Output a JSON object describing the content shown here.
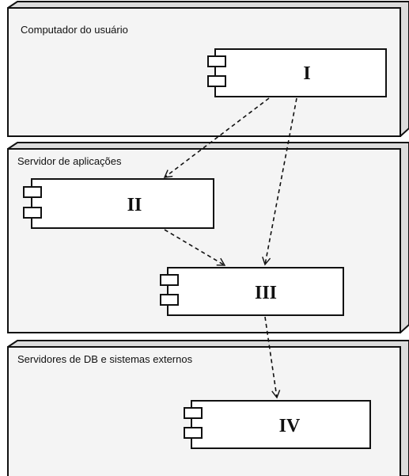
{
  "nodes": [
    {
      "id": "user-computer",
      "label": "Computador do usuário"
    },
    {
      "id": "app-server",
      "label": "Servidor de aplicações"
    },
    {
      "id": "db-servers",
      "label": "Servidores de DB e sistemas externos"
    }
  ],
  "components": [
    {
      "id": "I",
      "label": "I"
    },
    {
      "id": "II",
      "label": "II"
    },
    {
      "id": "III",
      "label": "III"
    },
    {
      "id": "IV",
      "label": "IV"
    }
  ],
  "dependencies": [
    {
      "from": "I",
      "to": "II"
    },
    {
      "from": "I",
      "to": "III"
    },
    {
      "from": "II",
      "to": "III"
    },
    {
      "from": "III",
      "to": "IV"
    }
  ],
  "colors": {
    "line": "#111111",
    "node_fill": "#f4f4f4",
    "node_side": "#dcdcdc",
    "component_fill": "#ffffff"
  }
}
